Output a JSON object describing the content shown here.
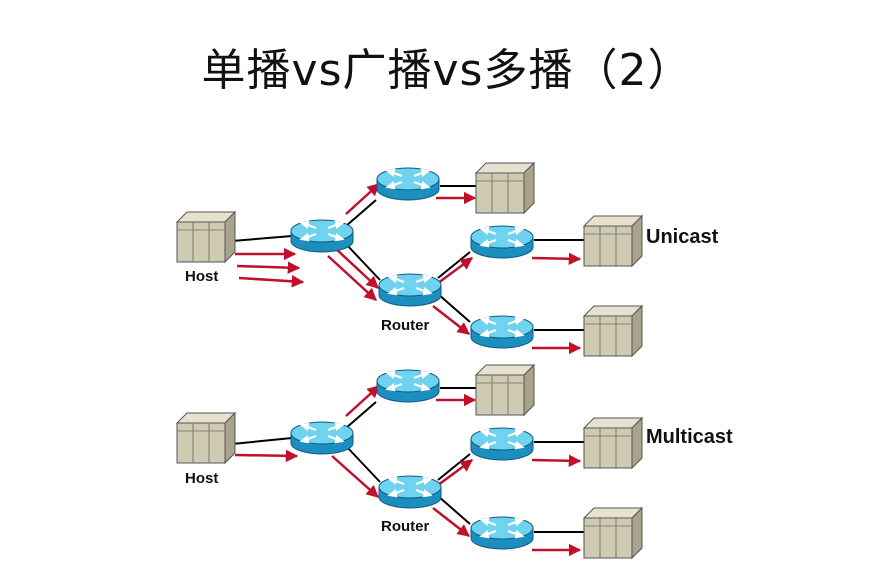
{
  "title": "单播vs广播vs多播（2）",
  "diagrams": [
    {
      "label": "Unicast",
      "host_label": "Host",
      "router_label": "Router"
    },
    {
      "label": "Multicast",
      "host_label": "Host",
      "router_label": "Router"
    }
  ],
  "colors": {
    "router_top": "#6fd2ee",
    "router_side": "#1d8fbf",
    "server_fill": "#cfcab2",
    "arrow": "#c0102c",
    "link": "#000000"
  },
  "icons": [
    "host-computer-icon",
    "router-icon",
    "server-icon"
  ]
}
